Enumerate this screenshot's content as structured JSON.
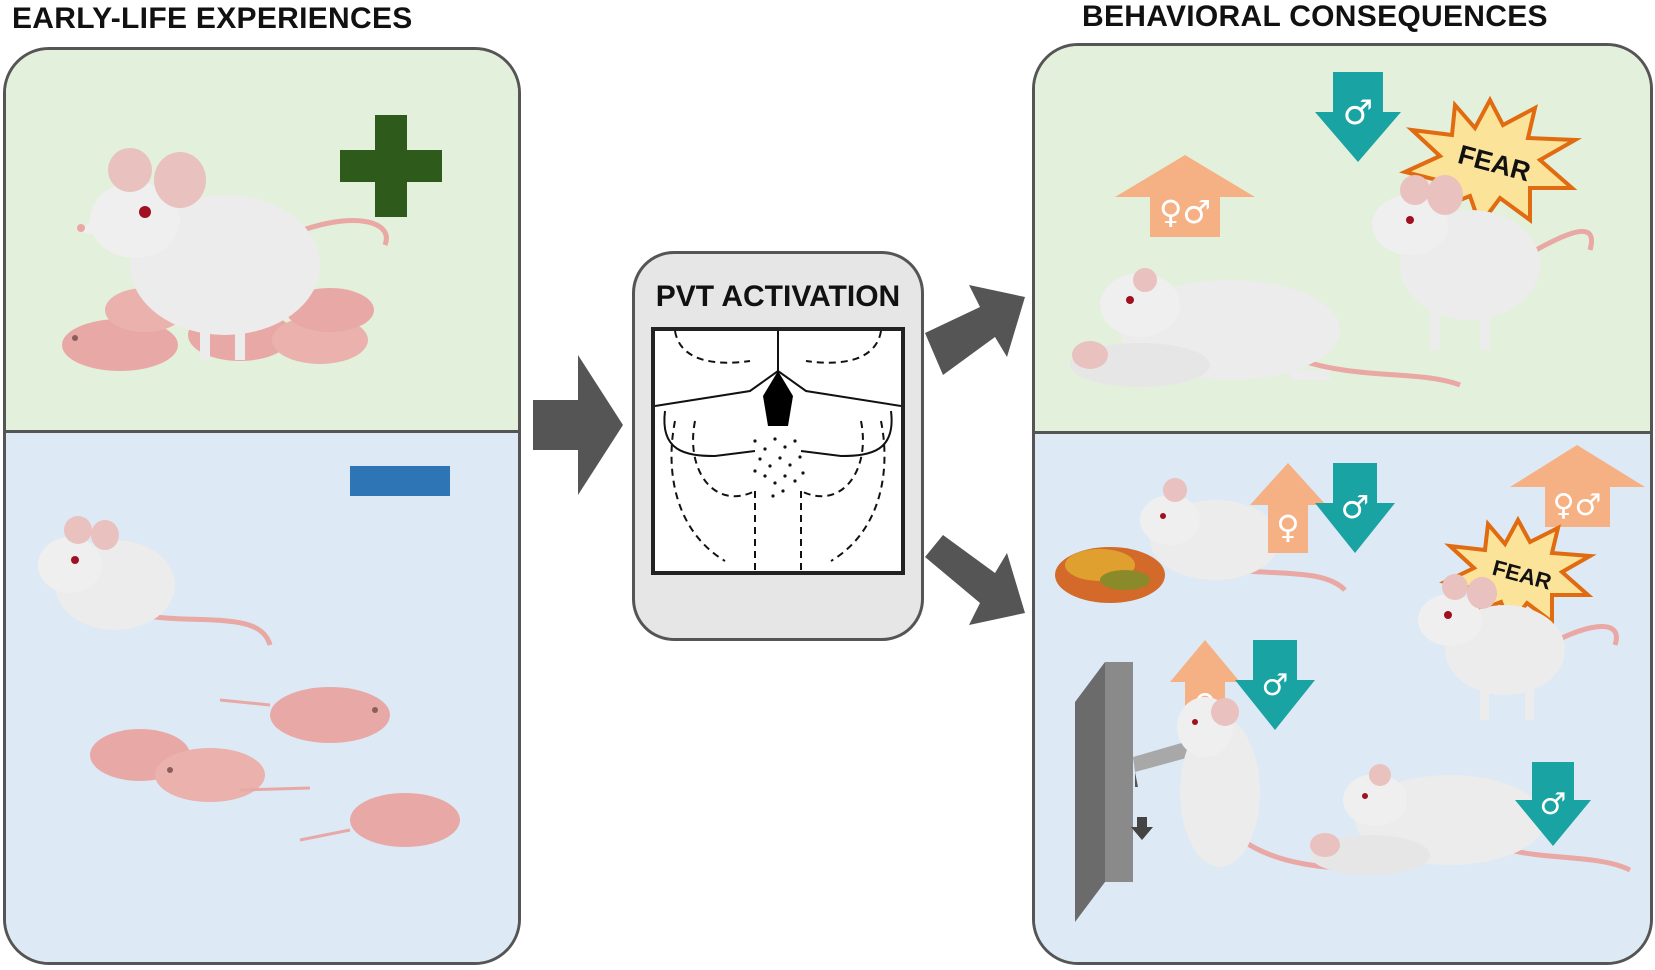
{
  "headings": {
    "left": "EARLY-LIFE EXPERIENCES",
    "right": "BEHAVIORAL CONSEQUENCES"
  },
  "center": {
    "title": "PVT ACTIVATION"
  },
  "signs": {
    "positive": "+",
    "negative": "−"
  },
  "sex_symbols": {
    "female_male": "♀♂",
    "female": "♀",
    "male": "♂"
  },
  "badges": {
    "fear_top": "FEAR",
    "fear_bottom": "FEAR"
  },
  "colors": {
    "positive_bg": "#e3f0dc",
    "negative_bg": "#dde9f5",
    "plus": "#2e5a1c",
    "minus": "#2e75b6",
    "up_arrow": "#f5b183",
    "down_arrow": "#1aa3a3",
    "fear_fill": "#fbe39a",
    "fear_stroke": "#e06b10",
    "flow_arrow": "#555555"
  }
}
